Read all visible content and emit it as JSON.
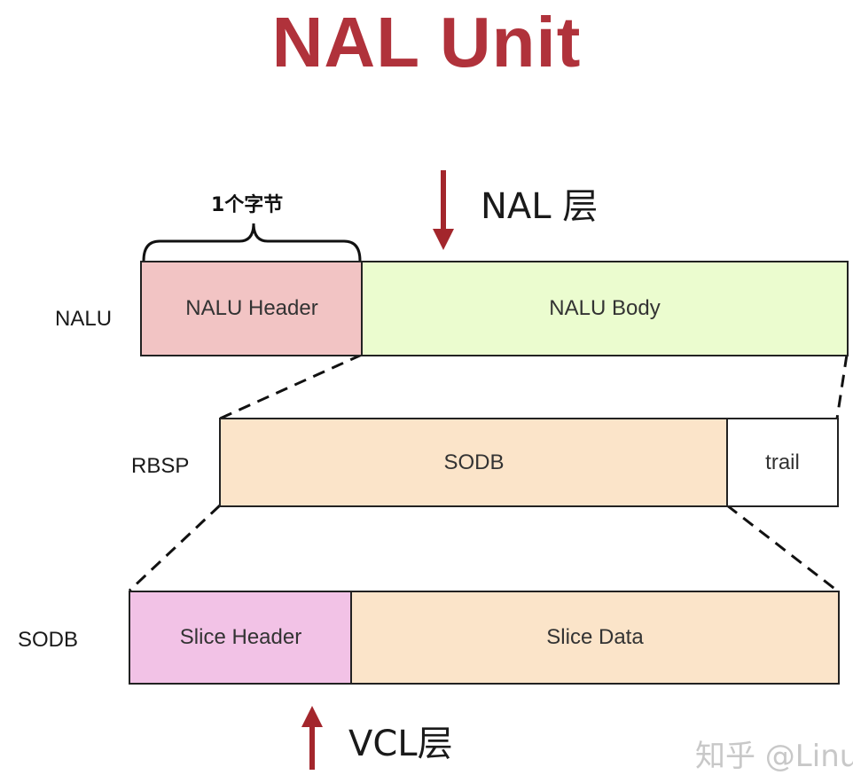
{
  "title": "NAL Unit",
  "layers": {
    "nal": "NAL 层",
    "vcl": "VCL层"
  },
  "brace_label": "1个字节",
  "rows": {
    "nalu": {
      "label": "NALU",
      "header": "NALU Header",
      "body": "NALU Body"
    },
    "rbsp": {
      "label": "RBSP",
      "sodb": "SODB",
      "trail": "trail"
    },
    "sodb": {
      "label": "SODB",
      "slice_header": "Slice Header",
      "slice_data": "Slice Data"
    }
  },
  "colors": {
    "title": "#b0323b",
    "arrow": "#a3262c",
    "nalu_header": "#f2c4c4",
    "nalu_body": "#ebfccf",
    "sodb_fill": "#fbe4c9",
    "trail_fill": "#ffffff",
    "slice_header": "#f2c2e6",
    "slice_data": "#fbe4c9"
  },
  "watermark": "知乎 @Linu..."
}
